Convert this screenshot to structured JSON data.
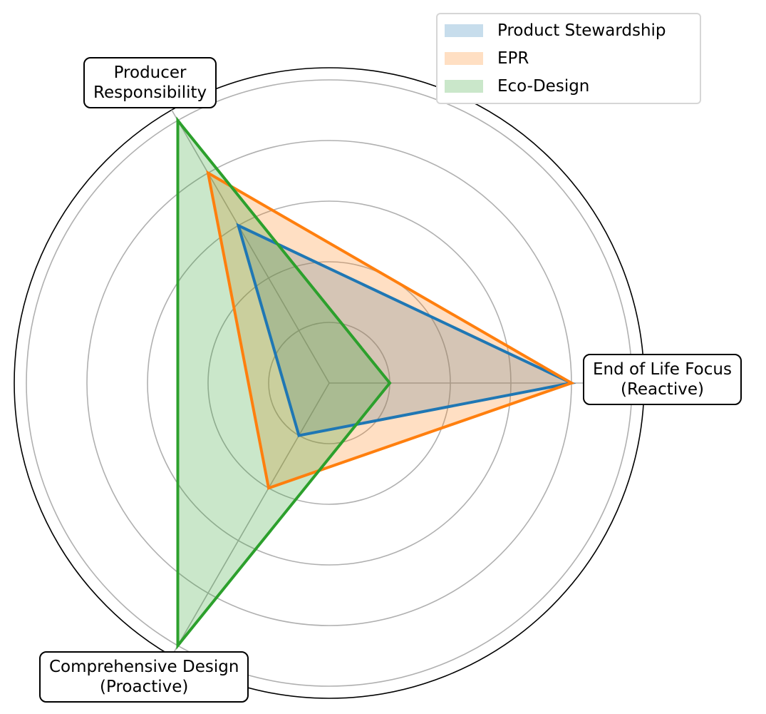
{
  "chart_data": {
    "type": "radar",
    "title": "",
    "axes": [
      "End of Life Focus\n(Reactive)",
      "Producer\nResponsibility",
      "Comprehensive Design\n(Proactive)"
    ],
    "axis_labels": [
      {
        "line1": "End of Life Focus",
        "line2": "(Reactive)"
      },
      {
        "line1": "Producer",
        "line2": "Responsibility"
      },
      {
        "line1": "Comprehensive Design",
        "line2": "(Proactive)"
      }
    ],
    "rlim": [
      0,
      5.2
    ],
    "rgrid": [
      1,
      2,
      3,
      4,
      5
    ],
    "grid": true,
    "legend_position": "top-right",
    "series": [
      {
        "name": "Product Stewardship",
        "values": [
          4,
          3,
          1
        ],
        "color": "#1f77b4"
      },
      {
        "name": "EPR",
        "values": [
          4,
          4,
          2
        ],
        "color": "#ff7f0e"
      },
      {
        "name": "Eco-Design",
        "values": [
          1,
          5,
          5
        ],
        "color": "#2ca02c"
      }
    ]
  }
}
